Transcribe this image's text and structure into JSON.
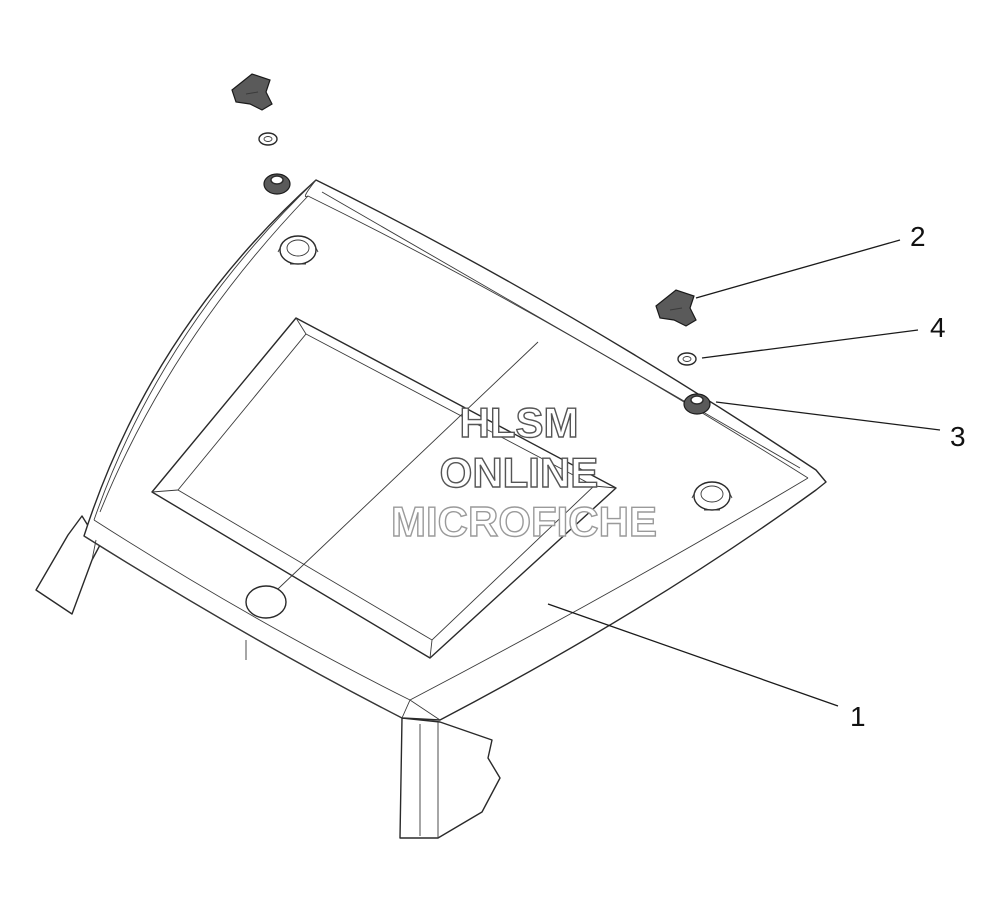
{
  "callouts": [
    {
      "id": "1",
      "label": "1"
    },
    {
      "id": "2",
      "label": "2"
    },
    {
      "id": "3",
      "label": "3"
    },
    {
      "id": "4",
      "label": "4"
    }
  ],
  "watermark": {
    "line1": "HLSM",
    "line2": "ONLINE",
    "line3": "MICROFICHE"
  }
}
